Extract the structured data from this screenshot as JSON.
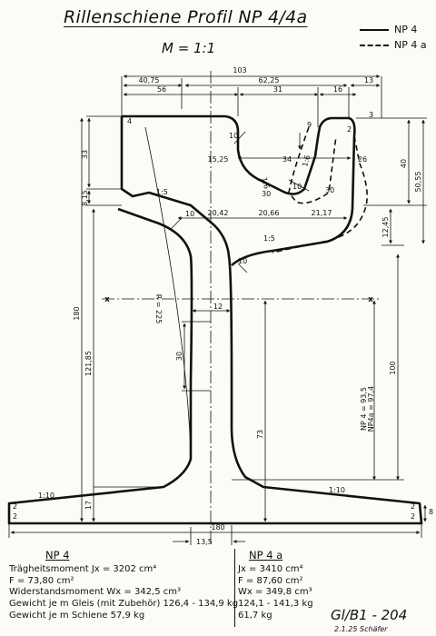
{
  "header": {
    "title": "Rillenschiene Profil NP 4/4a",
    "scale": "M = 1:1"
  },
  "legend": [
    {
      "label": "NP 4",
      "style": "solid"
    },
    {
      "label": "NP 4 a",
      "style": "dashed"
    }
  ],
  "dimensions": {
    "overall_top": "103",
    "head_left": "40,75",
    "groove_span": "62,25",
    "lip_over": "13",
    "head_width": "56",
    "groove_width": "31",
    "lip_top": "16",
    "r10_a": "10",
    "dim_9": "9",
    "dim_3": "3",
    "r2": "2",
    "r4": "4",
    "head_h": "33",
    "dim_15_25": "15,25",
    "groove_mid": "34",
    "groove_right": "26",
    "slope_groove_a": "1:6",
    "slope_groove_b": "1:6",
    "r10_groove": "10",
    "r30_a": "30",
    "r30_b": "30",
    "height_40": "40",
    "height_50_55": "50,55",
    "slope_head": "1:5",
    "dim_8_15": "8,15",
    "web_left": "20,42",
    "web_mid": "20,66",
    "web_right": "21,17",
    "r10_b": "10",
    "slope_web": "1:5",
    "r10_c": "10",
    "dim_12_45": "12,45",
    "axis_x_left": "x",
    "axis_x_right": "x",
    "web_thick": "12",
    "total_h": "180",
    "web_h": "121,85",
    "radius_225": "R = 225",
    "dim_30": "30",
    "dim_100": "100",
    "np4_e": "NP 4 = 93,5",
    "np4a_e": "NP4a = 97,4",
    "dim_73": "73",
    "slope_foot_l": "1:10",
    "slope_foot_r": "1:10",
    "foot_h": "17",
    "foot_edge_l1": "2",
    "foot_edge_l2": "2",
    "foot_edge_r1": "2",
    "foot_edge_r2": "2",
    "foot_8": "8",
    "foot_width": "180",
    "dim_13_5": "13,5"
  },
  "np4": {
    "heading": "NP 4",
    "inertia": "Trägheitsmoment  Jx = 3202 cm⁴",
    "area": "F = 73,80 cm²",
    "section_modulus": "Widerstandsmoment Wx = 342,5 cm³",
    "weight_track": "Gewicht je m Gleis (mit Zubehör) 126,4 - 134,9 kg",
    "weight_rail": "Gewicht je m Schiene   57,9 kg"
  },
  "np4a": {
    "heading": "NP 4 a",
    "inertia": "Jx = 3410 cm⁴",
    "area": "F = 87,60 cm²",
    "section_modulus": "Wx = 349,8 cm³",
    "weight_track": "124,1 - 141,3 kg",
    "weight_rail": "61,7 kg"
  },
  "footer": {
    "drawing_number": "Gl/B1 - 204",
    "signature": "2.1.25  Schäfer"
  }
}
